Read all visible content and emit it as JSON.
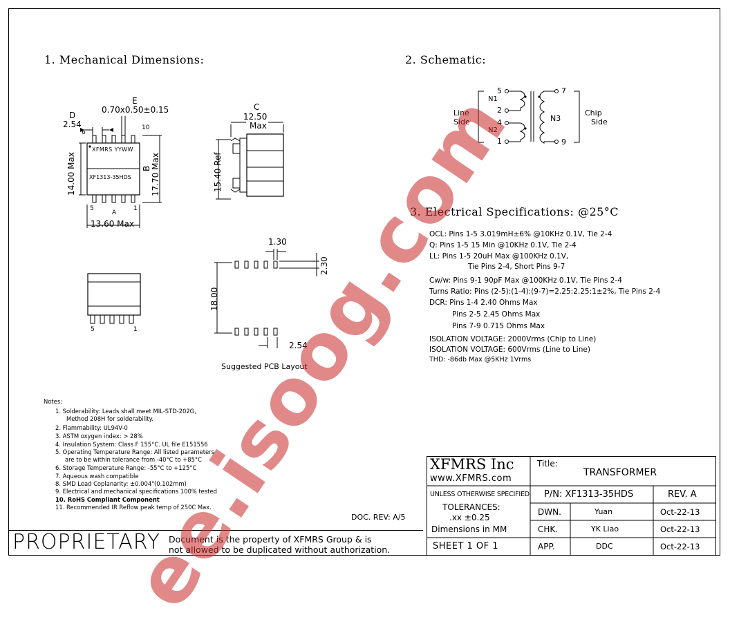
{
  "sections": {
    "mechanical": "1. Mechanical Dimensions:",
    "schematic": "2. Schematic:",
    "electrical": "3. Electrical Specifications: @25°C"
  },
  "mechanical": {
    "dim_d_label": "D",
    "dim_d_value": "2.54",
    "dim_e_label": "E",
    "dim_e_value": "0.70x0.50±0.15",
    "pin6": "6",
    "pin10": "10",
    "pin5": "5",
    "pin1": "1",
    "body_top_text": "XFMRS YYWW",
    "body_bottom_text": "XF1313-35HDS",
    "dim_left": "14.00 Max",
    "dim_b_label": "B",
    "dim_b_value": "17.70 Max",
    "dim_a_label": "A",
    "dim_a_value": "13.60  Max",
    "dim_c_label": "C",
    "dim_c_value": "12.50",
    "dim_c_max": "Max",
    "dim_ref": "15.40 Ref",
    "bottom_pin5": "5",
    "bottom_pin1": "1"
  },
  "pcb": {
    "dim_pad_w": "1.30",
    "dim_pad_h": "2.30",
    "dim_span": "18.00",
    "dim_pitch": "2.54",
    "caption": "Suggested PCB Layout"
  },
  "schematic": {
    "pin5": "5",
    "pin2": "2",
    "pin4": "4",
    "pin1": "1",
    "pin7": "7",
    "pin9": "9",
    "n1": "N1",
    "n2": "N2",
    "n3": "N3",
    "line_side_1": "Line",
    "line_side_2": "Side",
    "chip_side_1": "Chip",
    "chip_side_2": "Side"
  },
  "electrical_specs": [
    "OCL: Pins 1-5 3.019mH±6% @10KHz 0.1V, Tie 2-4",
    "Q: Pins 1-5 15 Min @10KHz 0.1V, Tie 2-4",
    "LL: Pins 1-5 20uH Max @100KHz 0.1V,",
    "Tie Pins 2-4, Short Pins 9-7",
    "Cw/w: Pins 9-1 90pF Max @100KHz 0.1V, Tie Pins 2-4",
    "Turns Ratio: Pins (2-5):(1-4):(9-7)=2.25:2.25:1±2%, Tie Pins 2-4",
    "DCR: Pins 1-4 2.40 Ohms Max",
    "Pins 2-5 2.45 Ohms Max",
    "Pins 7-9 0.715 Ohms Max",
    "ISOLATION VOLTAGE: 2000Vrms (Chip to Line)",
    "ISOLATION VOLTAGE: 600Vrms (Line to Line)",
    "THD: -86db Max @5KHz 1Vrms"
  ],
  "notes": {
    "heading": "Notes:",
    "items": [
      "1. Solderability: Leads shall meet MIL-STD-202G,",
      "Method 208H for solderability.",
      "2. Flammability: UL94V-0",
      "3. ASTM oxygen index: > 28%",
      "4. Insulation System: Class F 155°C. UL file E151556",
      "5. Operating Temperature Range: All listed parameters",
      "are to be within tolerance from -40°C to +85°C",
      "6. Storage Temperature Range: -55°C to +125°C",
      "7. Aqueous wash compatible",
      "8. SMD Lead Coplanarity: ±0.004\"(0.102mm)",
      "9. Electrical and mechanical specifications 100% tested",
      "10. RoHS Compliant Component",
      "11. Recommended IR Reflow peak temp of 250C Max."
    ]
  },
  "doc_rev": "DOC. REV: A/5",
  "proprietary": {
    "word": "PROPRIETARY",
    "line1": "Document is the property of XFMRS Group & is",
    "line2": "not allowed to be duplicated without authorization."
  },
  "title_block": {
    "company": "XFMRS Inc",
    "website": "www.XFMRS.com",
    "title_label": "Title:",
    "title_value": "TRANSFORMER",
    "unless": "UNLESS OTHERWISE SPECIFIED",
    "part_number": "P/N: XF1313-35HDS",
    "rev": "REV. A",
    "tolerances": "TOLERANCES:",
    "tol_value": ".xx ±0.25",
    "dims": "Dimensions in MM",
    "sheet": "SHEET  1  OF  1",
    "rows": [
      {
        "role": "DWN.",
        "name": "Yuan",
        "date": "Oct-22-13"
      },
      {
        "role": "CHK.",
        "name": "YK Liao",
        "date": "Oct-22-13"
      },
      {
        "role": "APP.",
        "name": "DDC",
        "date": "Oct-22-13"
      }
    ]
  },
  "watermark": "ee.isoog.com"
}
